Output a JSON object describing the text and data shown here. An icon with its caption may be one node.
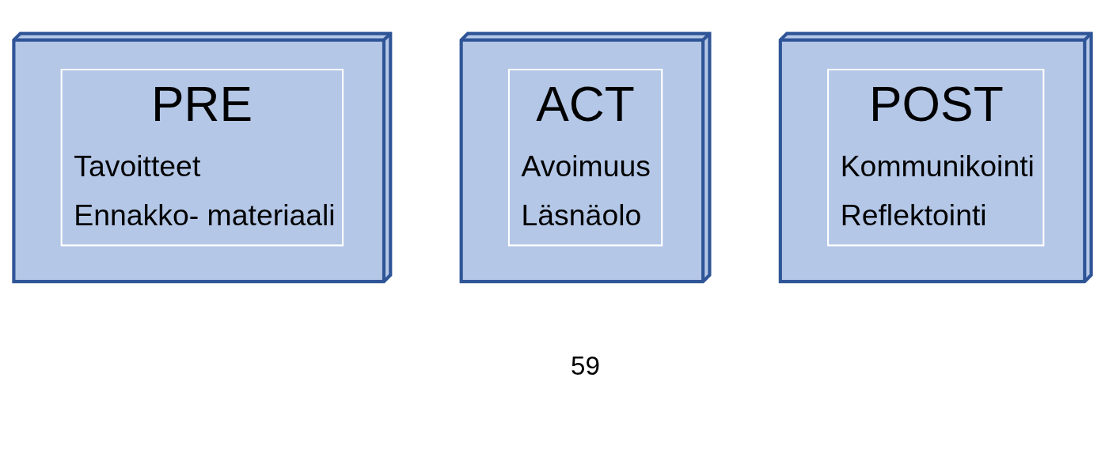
{
  "diagram": {
    "nodes": [
      {
        "text": [
          "PRE",
          "Tavoitteet",
          "Ennakko- materiaali"
        ]
      },
      {
        "text": [
          "ACT",
          "Avoimuus",
          "Läsnäolo"
        ]
      },
      {
        "text": [
          "POST",
          "Kommunikointi",
          "Reflektointi"
        ]
      }
    ],
    "edges": [],
    "labels": [
      "59"
    ]
  }
}
